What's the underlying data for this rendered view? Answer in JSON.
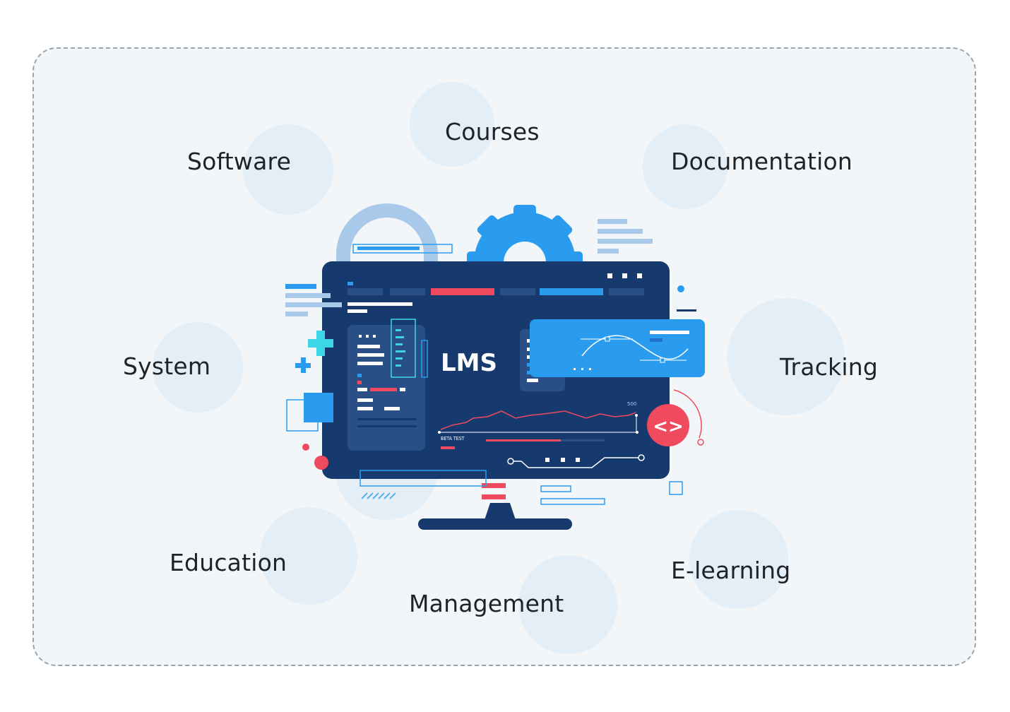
{
  "terms": {
    "courses": "Courses",
    "software": "Software",
    "documentation": "Documentation",
    "system": "System",
    "tracking": "Tracking",
    "education": "Education",
    "management": "Management",
    "elearning": "E-learning"
  },
  "monitor": {
    "screen_title": "LMS",
    "chart_caption": "BETA TEST",
    "chart_max_label": "500",
    "code_badge": "<>"
  },
  "icons": [
    "gear-icon",
    "padlock-icon",
    "plus-icon",
    "code-icon"
  ],
  "colors": {
    "screen": "#173a6e",
    "accent_blue": "#2a9cf0",
    "accent_red": "#f04a5e",
    "cyan": "#3dd6e8",
    "bubble": "#e3eef7"
  }
}
